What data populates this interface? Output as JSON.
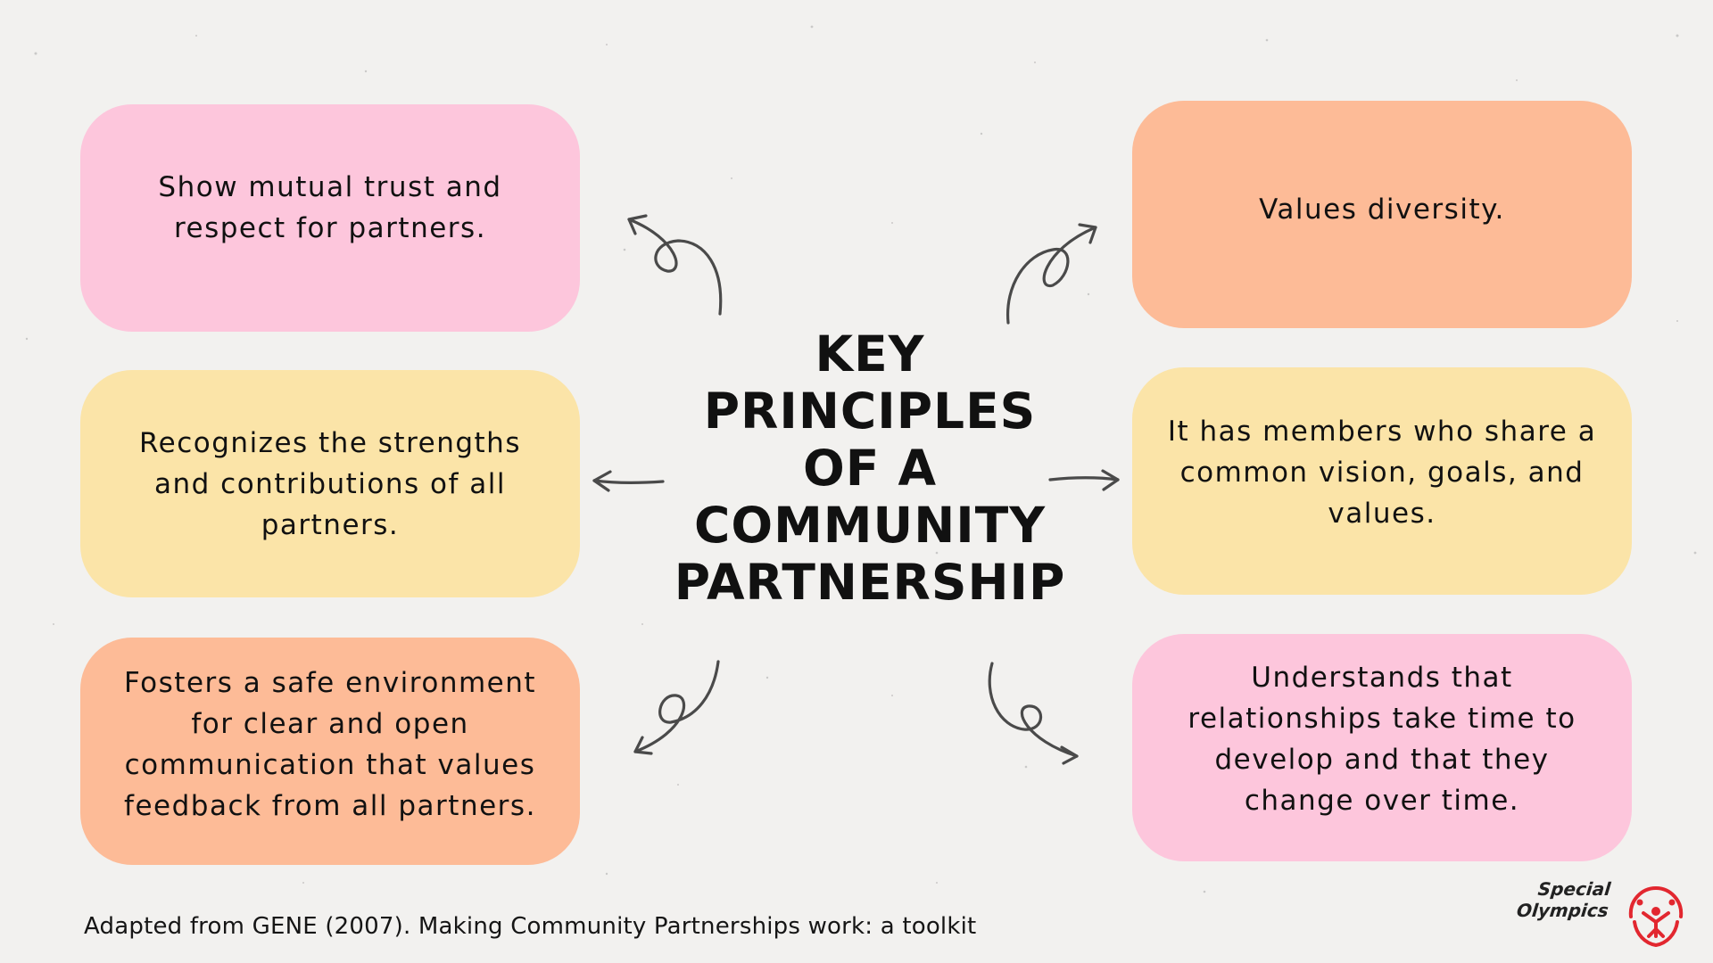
{
  "title_lines": [
    "KEY",
    "PRINCIPLES",
    "OF A",
    "COMMUNITY",
    "PARTNERSHIP"
  ],
  "cards": [
    {
      "text": "Show mutual trust and respect for partners.",
      "color": "#fdc6dc"
    },
    {
      "text": "Values diversity.",
      "color": "#fdbb97"
    },
    {
      "text": "Recognizes the strengths and contributions of all partners.",
      "color": "#fbe4a8"
    },
    {
      "text": "It has members who share a common vision, goals, and values.",
      "color": "#fbe4a8"
    },
    {
      "text": "Fosters a safe environment for clear and open communication that values feedback from all partners.",
      "color": "#fdbb97"
    },
    {
      "text": "Understands that relationships take time to develop and that they change over time.",
      "color": "#fdc6dc"
    }
  ],
  "footer": "Adapted from GENE (2007). Making Community Partnerships work: a toolkit",
  "logo": {
    "line1": "Special",
    "line2": "Olympics",
    "accent_color": "#e2272f"
  },
  "colors": {
    "background": "#f2f1ef",
    "arrow": "#4a4a4a"
  },
  "icons": [
    "curly-arrow-icon",
    "straight-arrow-icon",
    "special-olympics-logo-icon"
  ]
}
